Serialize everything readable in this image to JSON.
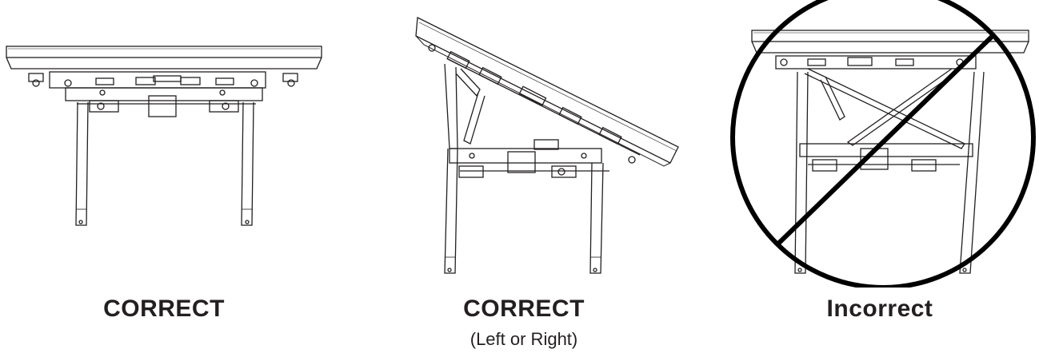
{
  "panels": [
    {
      "caption": "CORRECT",
      "note": ""
    },
    {
      "caption": "CORRECT",
      "note": "(Left or Right)"
    },
    {
      "caption": "Incorrect",
      "note": ""
    }
  ],
  "colors": {
    "line": "#231f20",
    "background": "#ffffff",
    "prohibition": "#000000"
  },
  "icons": {
    "prohibition": "prohibition-icon"
  }
}
